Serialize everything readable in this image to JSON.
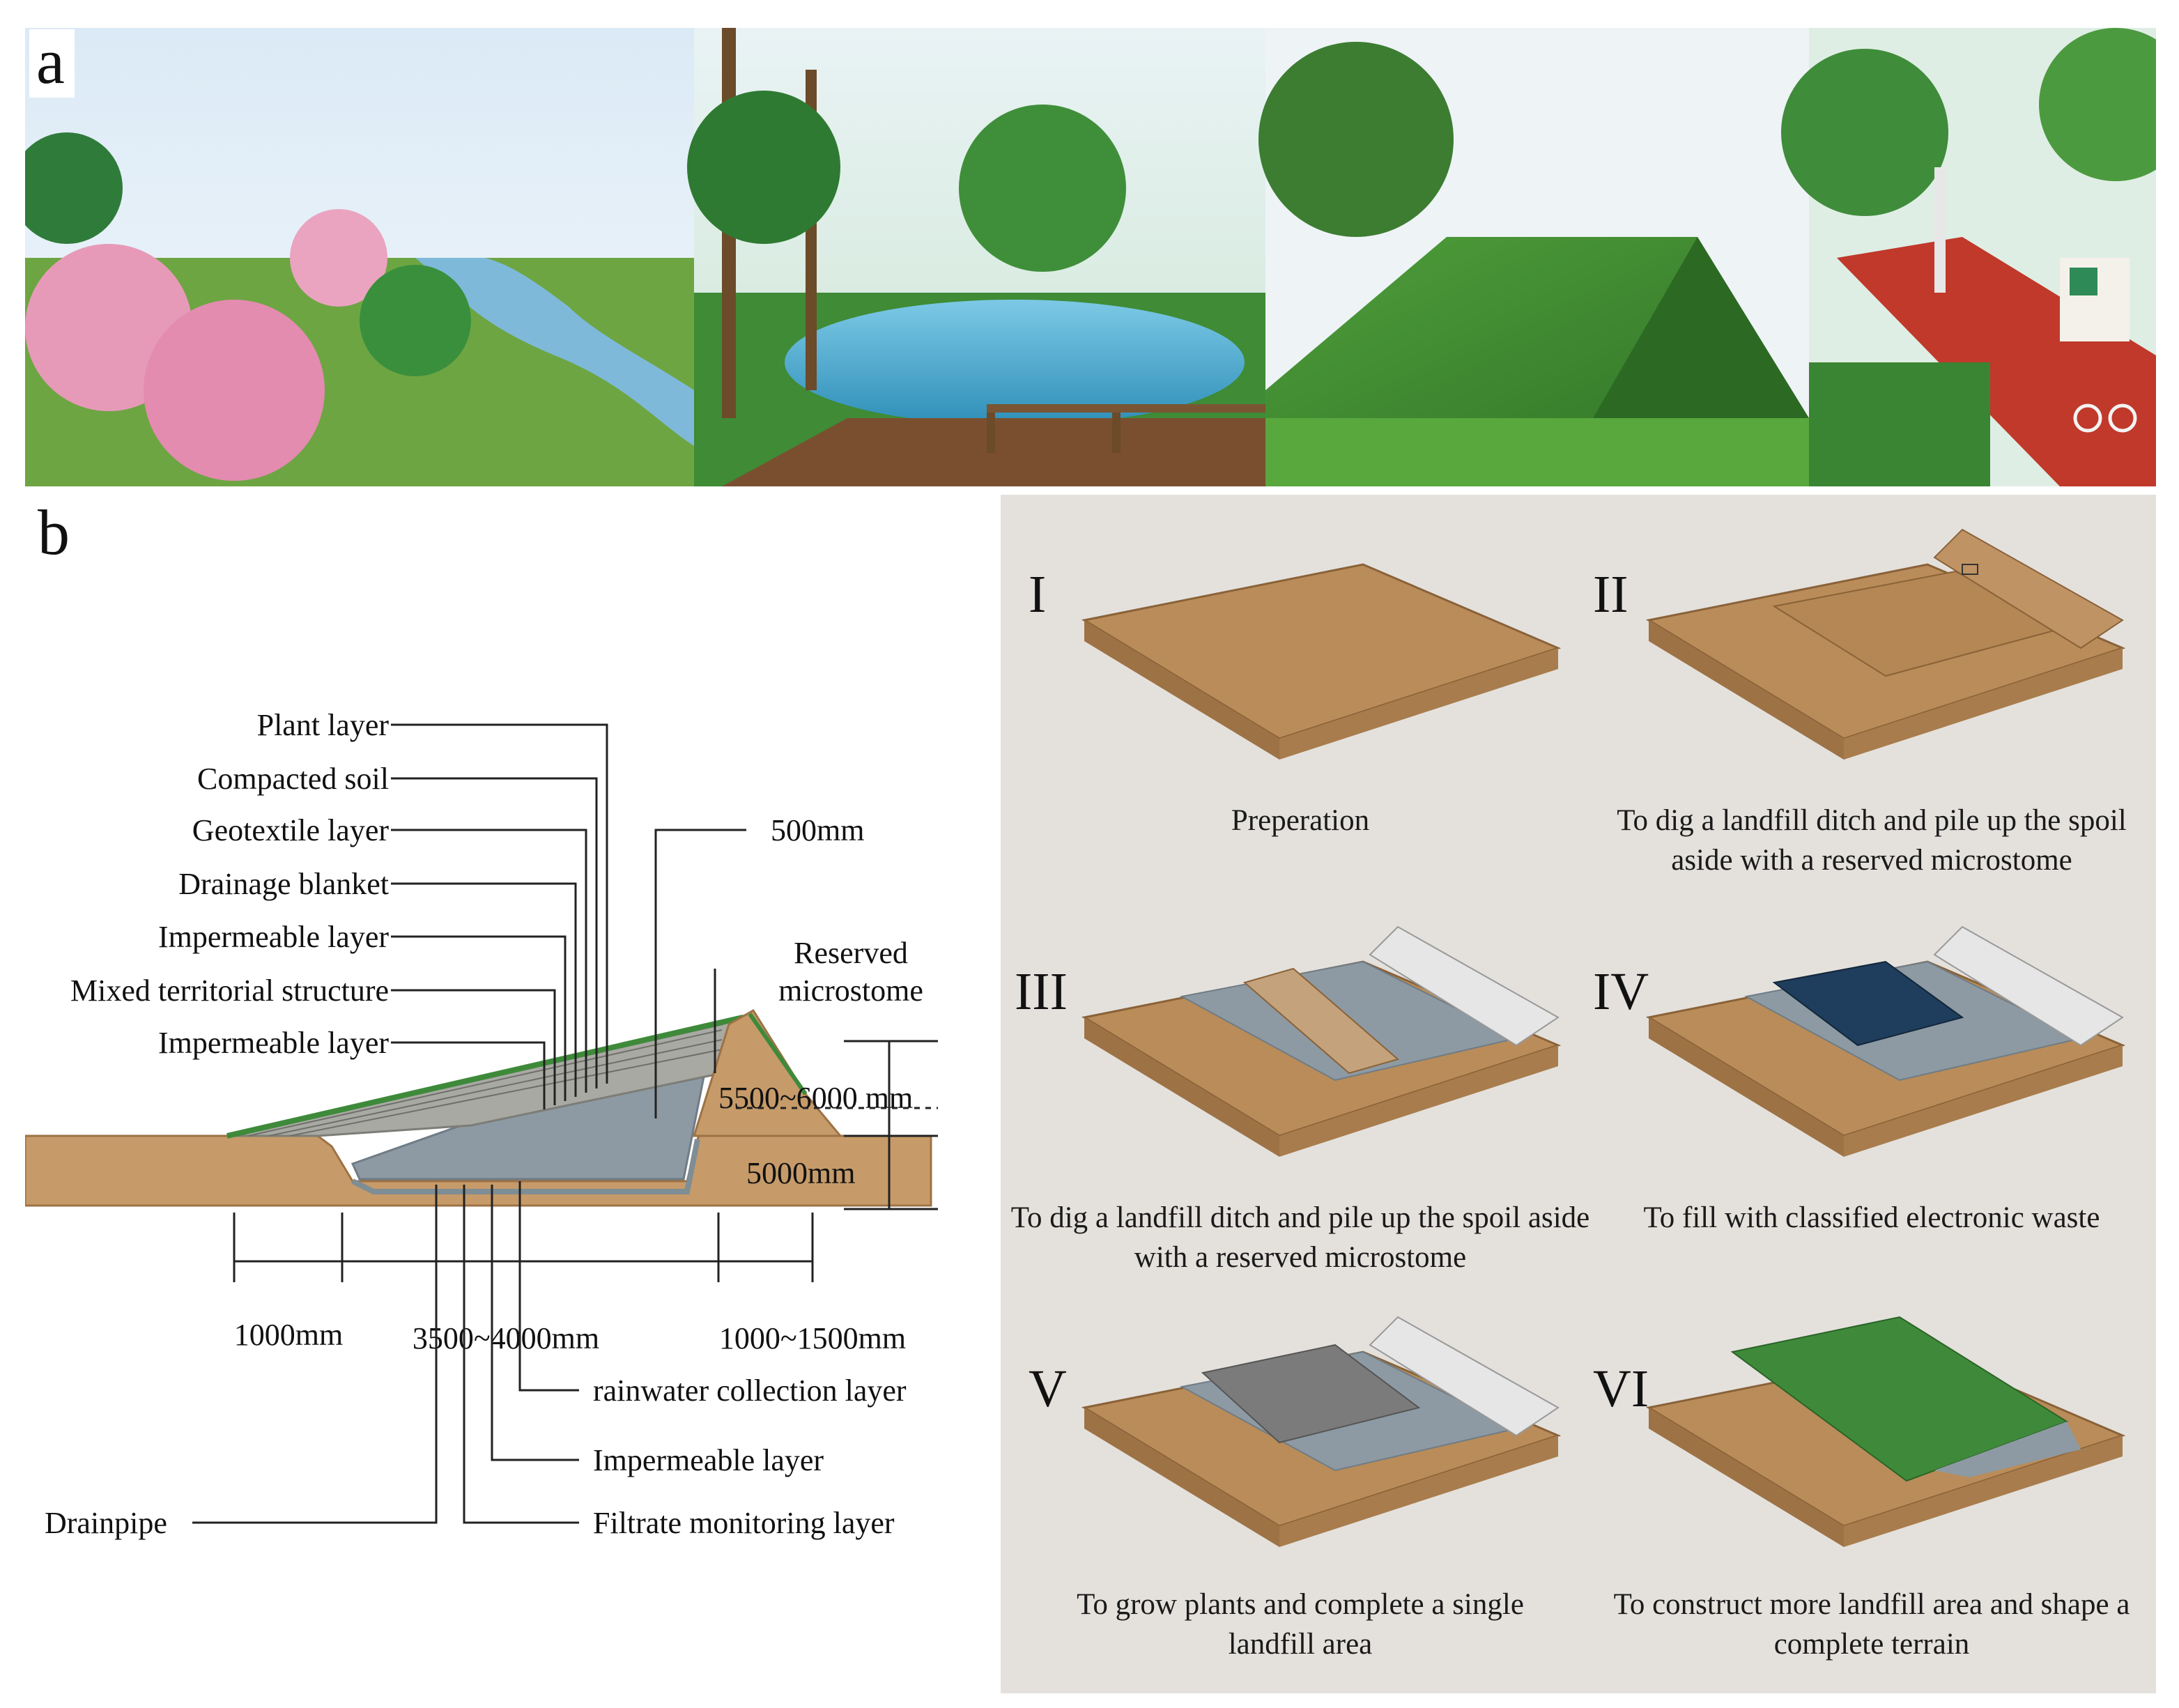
{
  "panels": {
    "a": "a",
    "b": "b"
  },
  "cross_section": {
    "layer_labels": [
      "Plant layer",
      "Compacted soil",
      "Geotextile layer",
      "Drainage blanket",
      "Impermeable layer",
      "Mixed territorial structure",
      "Impermeable layer"
    ],
    "top_dimension": "500mm",
    "reserved_label_line1": "Reserved",
    "reserved_label_line2": "microstome",
    "height_upper": "5500~6000 mm",
    "height_lower": "5000mm",
    "width_left": "1000mm",
    "width_mid": "3500~4000mm",
    "width_right": "1000~1500mm",
    "bottom_labels": {
      "rainwater": "rainwater collection layer",
      "impermeable": "Impermeable layer",
      "filtrate": "Filtrate monitoring layer",
      "drainpipe": "Drainpipe"
    }
  },
  "stages": [
    {
      "numeral": "I",
      "caption": "Preperation"
    },
    {
      "numeral": "II",
      "caption": "To dig a landfill ditch and pile up the spoil aside with a reserved microstome"
    },
    {
      "numeral": "III",
      "caption": "To dig a landfill ditch and pile up the spoil aside with a reserved microstome"
    },
    {
      "numeral": "IV",
      "caption": "To fill with classified electronic waste"
    },
    {
      "numeral": "V",
      "caption": "To grow plants and complete a single landfill area"
    },
    {
      "numeral": "VI",
      "caption": "To construct more landfill area and shape a complete terrain"
    }
  ],
  "colors": {
    "soil": "#b98c59",
    "soil_dark": "#9d7245",
    "liner_gray": "#8d9aa3",
    "waste_blue": "#1f3d5c",
    "grass": "#3e8a3a",
    "background_gray": "#e4e1dd"
  }
}
